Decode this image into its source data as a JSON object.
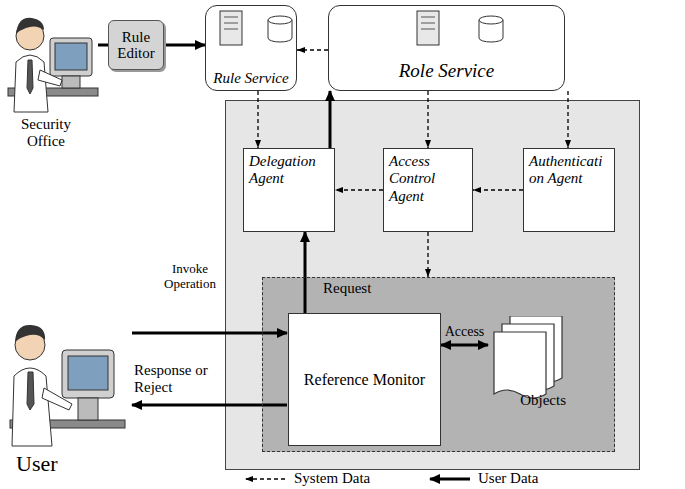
{
  "diagram": {
    "nodes": [
      {
        "text": [
          "Rule Editor"
        ]
      },
      {
        "text": [
          "Rule Service"
        ]
      },
      {
        "text": [
          "Role Service"
        ]
      },
      {
        "text": [
          "Delegation Agent"
        ]
      },
      {
        "text": [
          "Access Control Agent"
        ]
      },
      {
        "text": [
          "Authenticati on Agent"
        ]
      },
      {
        "text": [
          "Request"
        ]
      },
      {
        "text": [
          "Reference Monitor"
        ],
        "in": 6
      },
      {
        "text": [
          "Objects"
        ],
        "in": 6
      }
    ],
    "edges": [
      {
        "from": 0,
        "to": 1,
        "arrow": "to"
      },
      {
        "from": 2,
        "to": 1,
        "arrow": "to"
      },
      {
        "from": 1,
        "to": 3,
        "arrow": "to"
      },
      {
        "from": 3,
        "to": 2,
        "arrow": "to"
      },
      {
        "from": 2,
        "to": 4,
        "arrow": "to"
      },
      {
        "from": 2,
        "to": 5,
        "arrow": "to"
      },
      {
        "from": 4,
        "to": 3,
        "arrow": "to"
      },
      {
        "from": 5,
        "to": 4,
        "arrow": "to"
      },
      {
        "from": 4,
        "to": 6,
        "arrow": "to"
      },
      {
        "from": 7,
        "to": 3,
        "arrow": "to"
      },
      {
        "from": 7,
        "to": 8,
        "label": "Access",
        "arrow": "both"
      }
    ],
    "labels": [
      "Security Office",
      "User",
      "Invoke Operation",
      "Response or Reject"
    ],
    "legend": [
      {
        "text": "System Data"
      },
      {
        "text": "User Data"
      }
    ]
  }
}
